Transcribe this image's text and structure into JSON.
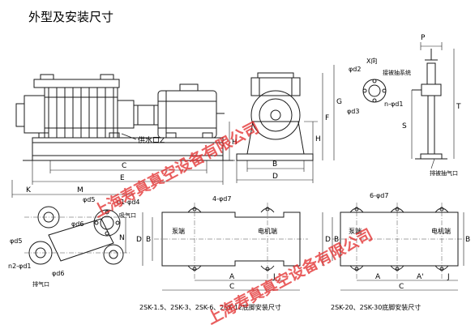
{
  "title": "外型及安装尺寸",
  "watermark": "上海寿真真空设备有限公司",
  "colors": {
    "line": "#1a1a1a",
    "watermark": "#e02828"
  },
  "side_view": {
    "dims": {
      "H": "H",
      "F": "F",
      "G": "G",
      "C": "C",
      "E": "E",
      "K": "K",
      "M": "M"
    },
    "callout": "供水口Z"
  },
  "front_view": {
    "dims": {
      "B": "B",
      "D": "D",
      "H": "H"
    }
  },
  "valve_view": {
    "labels": {
      "xview": "X向",
      "d2": "φd2",
      "d3": "φd3",
      "n": "n-φd1",
      "system": "接被抽系统",
      "exhaust": "排被抽气口"
    },
    "dims": {
      "P": "P",
      "S": "S",
      "T": "T"
    }
  },
  "flange_view": {
    "labels": {
      "d5a": "φd5",
      "d6a": "φd6",
      "n1": "n1-φd4",
      "inlet": "吸气口",
      "d5b": "φd5",
      "n2": "n2-φd1",
      "d6b": "φd6",
      "outlet": "排气口"
    },
    "dims": {
      "N": "N"
    }
  },
  "base_small": {
    "holes": "4-φd7",
    "pump_end": "泵端",
    "motor_end": "电机端",
    "dims": {
      "D": "D",
      "B": "B",
      "A": "A",
      "C": "C",
      "J": "J"
    },
    "caption": "2SK-1.5、2SK-3、2SK-6、2SK-12底脚安装尺寸"
  },
  "base_large": {
    "holes": "6-φd7",
    "pump_end": "泵端",
    "motor_end": "电机端",
    "dims": {
      "D": "D",
      "B": "B",
      "A": "A",
      "A2": "A'",
      "C": "C",
      "J": "J"
    },
    "caption": "2SK-20、2SK-30底脚安装尺寸"
  }
}
